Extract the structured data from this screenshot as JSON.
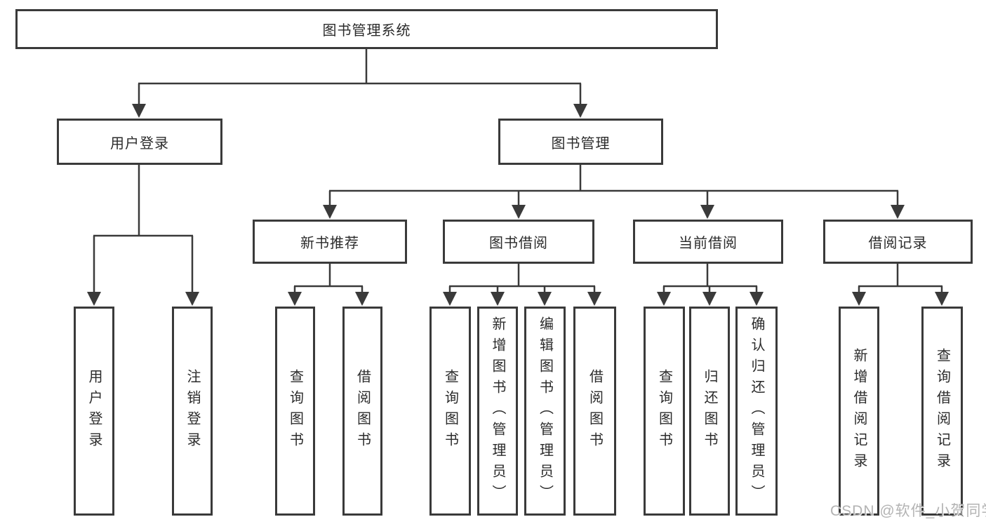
{
  "diagram": {
    "root": {
      "label": "图书管理系统"
    },
    "branches": [
      {
        "label": "用户登录",
        "children": [
          {
            "label": "用户登录"
          },
          {
            "label": "注销登录"
          }
        ]
      },
      {
        "label": "图书管理",
        "children": [
          {
            "label": "新书推荐",
            "children": [
              {
                "label": "查询图书"
              },
              {
                "label": "借阅图书"
              }
            ]
          },
          {
            "label": "图书借阅",
            "children": [
              {
                "label": "查询图书"
              },
              {
                "label": "新增图书（管理员）"
              },
              {
                "label": "编辑图书（管理员）"
              },
              {
                "label": "借阅图书"
              }
            ]
          },
          {
            "label": "当前借阅",
            "children": [
              {
                "label": "查询图书"
              },
              {
                "label": "归还图书"
              },
              {
                "label": "确认归还（管理员）"
              }
            ]
          },
          {
            "label": "借阅记录",
            "children": [
              {
                "label": "新增借阅记录"
              },
              {
                "label": "查询借阅记录"
              }
            ]
          }
        ]
      }
    ]
  },
  "watermark": {
    "text": "CSDN @软件_小贺同学"
  },
  "colors": {
    "line": "#3a3a3a",
    "box_border": "#3a3a3a",
    "text": "#2b2b2b",
    "watermark": "#b3b3b3",
    "background": "#ffffff"
  }
}
